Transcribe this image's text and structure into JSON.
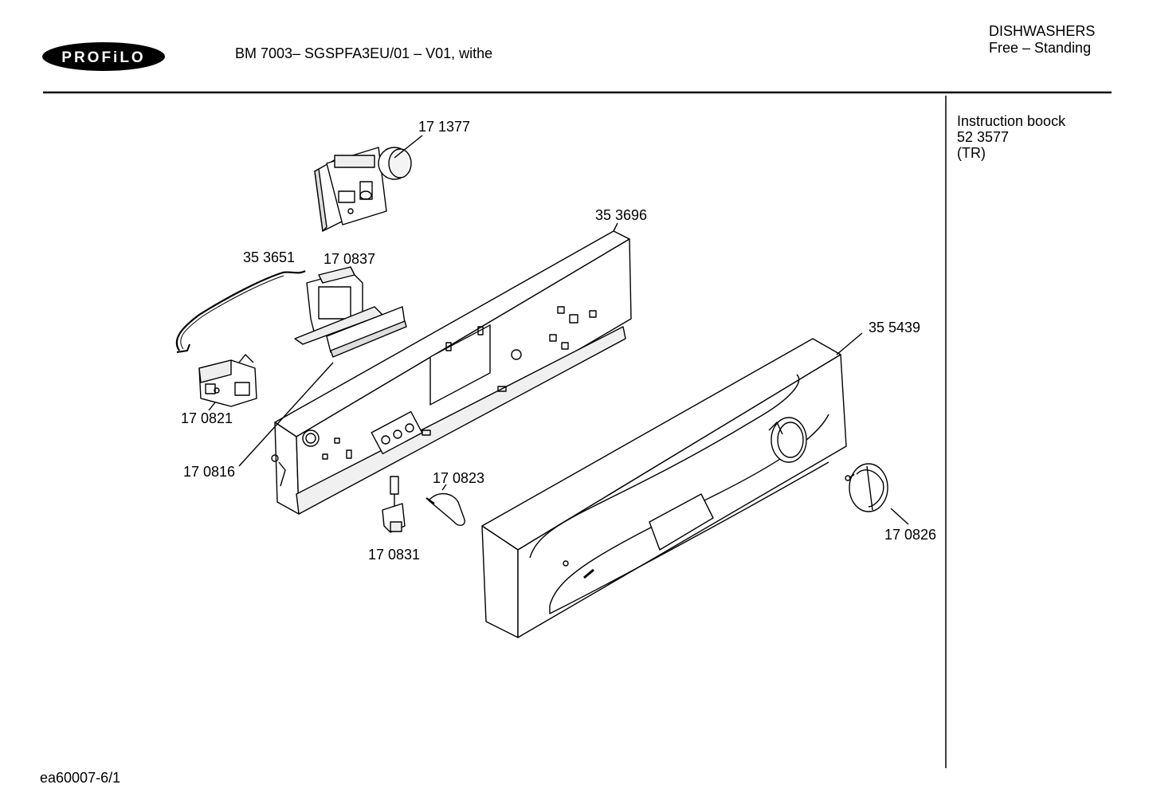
{
  "header": {
    "brand": "PROFiLO",
    "model_line": "BM 7003– SGSPFA3EU/01 – V01, withe",
    "category": "DISHWASHERS",
    "subcategory": "Free – Standing"
  },
  "sidebar": {
    "title": "Instruction boock",
    "number": "52 3577",
    "lang": "(TR)"
  },
  "footer": {
    "code": "ea60007-6/1"
  },
  "parts": [
    {
      "id": "p171377",
      "label": "17 1377"
    },
    {
      "id": "p353696",
      "label": "35 3696"
    },
    {
      "id": "p353651",
      "label": "35 3651"
    },
    {
      "id": "p170837",
      "label": "17 0837"
    },
    {
      "id": "p355439",
      "label": "35 5439"
    },
    {
      "id": "p170821",
      "label": "17 0821"
    },
    {
      "id": "p170816",
      "label": "17 0816"
    },
    {
      "id": "p170823",
      "label": "17 0823"
    },
    {
      "id": "p170826",
      "label": "17 0826"
    },
    {
      "id": "p170831",
      "label": "17 0831"
    }
  ]
}
